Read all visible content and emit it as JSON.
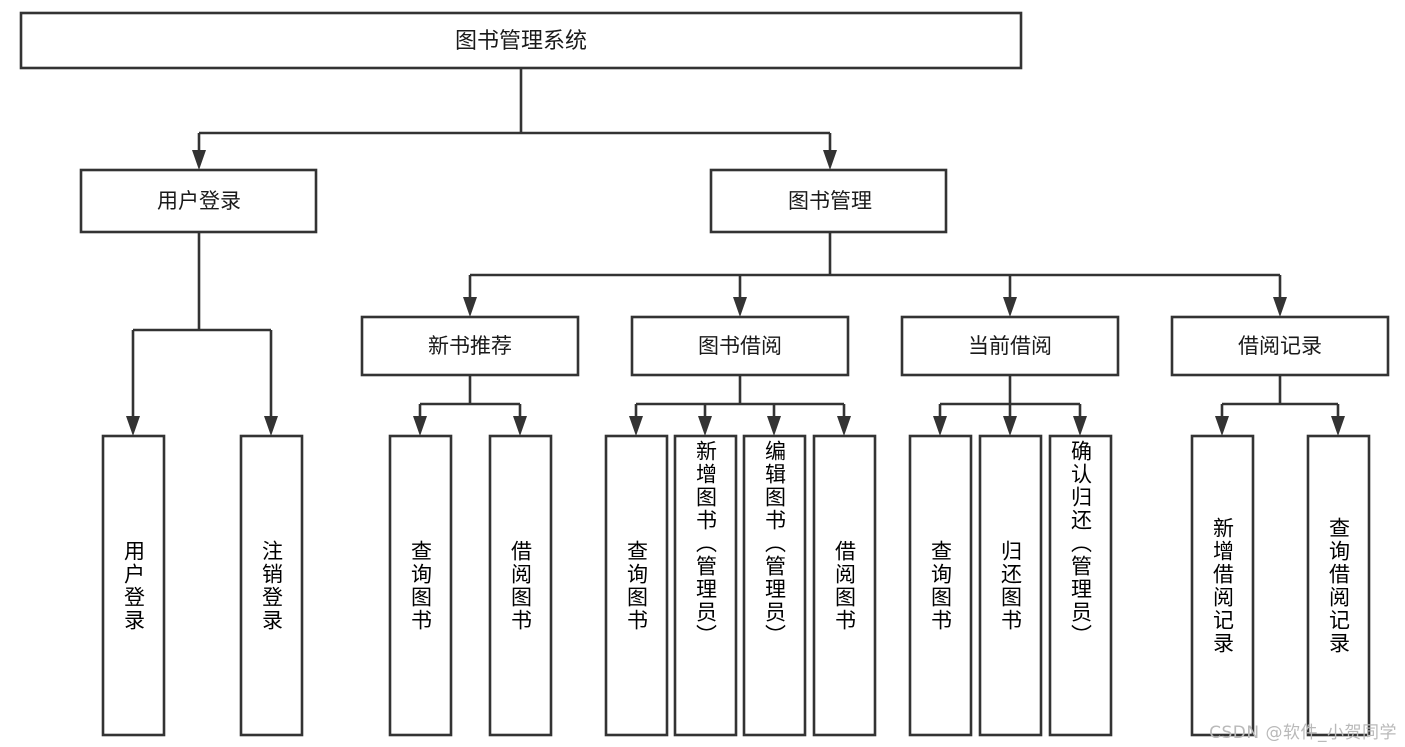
{
  "diagram": {
    "type": "hierarchy-tree",
    "title": "图书管理系统",
    "watermark": "CSDN @软件_小贺同学",
    "colors": {
      "background": "#ffffff",
      "stroke": "#333333",
      "text": "#1a1a1a",
      "watermark": "#b9b9b9"
    },
    "root": {
      "label": "图书管理系统",
      "orientation": "horizontal"
    },
    "level2": [
      {
        "label": "用户登录",
        "orientation": "horizontal"
      },
      {
        "label": "图书管理",
        "orientation": "horizontal"
      }
    ],
    "level3": [
      {
        "label": "新书推荐",
        "orientation": "horizontal"
      },
      {
        "label": "图书借阅",
        "orientation": "horizontal"
      },
      {
        "label": "当前借阅",
        "orientation": "horizontal"
      },
      {
        "label": "借阅记录",
        "orientation": "horizontal"
      }
    ],
    "leaves": {
      "user_login": [
        {
          "label": "用户登录",
          "orientation": "vertical"
        },
        {
          "label": "注销登录",
          "orientation": "vertical"
        }
      ],
      "new_book_recommend": [
        {
          "label": "查询图书",
          "orientation": "vertical"
        },
        {
          "label": "借阅图书",
          "orientation": "vertical"
        }
      ],
      "book_borrow": [
        {
          "label": "查询图书",
          "orientation": "vertical"
        },
        {
          "label": "新增图书（管理员）",
          "orientation": "vertical"
        },
        {
          "label": "编辑图书（管理员）",
          "orientation": "vertical"
        },
        {
          "label": "借阅图书",
          "orientation": "vertical"
        }
      ],
      "current_borrow": [
        {
          "label": "查询图书",
          "orientation": "vertical"
        },
        {
          "label": "归还图书",
          "orientation": "vertical"
        },
        {
          "label": "确认归还（管理员）",
          "orientation": "vertical"
        }
      ],
      "borrow_record": [
        {
          "label": "新增借阅记录",
          "orientation": "vertical"
        },
        {
          "label": "查询借阅记录",
          "orientation": "vertical"
        }
      ]
    }
  }
}
